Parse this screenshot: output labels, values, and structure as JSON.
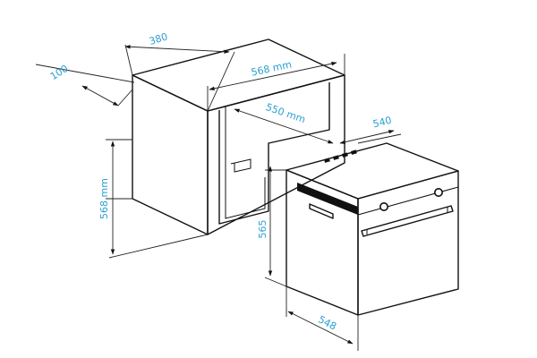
{
  "dimensions": {
    "cabinet_depth": "380",
    "cabinet_offset": "100",
    "cabinet_width": "568 mm",
    "cabinet_height": "568 mm",
    "niche_width": "550 mm",
    "oven_depth": "540",
    "oven_height": "565",
    "oven_width": "548"
  },
  "colors": {
    "dimension_text": "#2a9fd0",
    "line": "#111111"
  }
}
